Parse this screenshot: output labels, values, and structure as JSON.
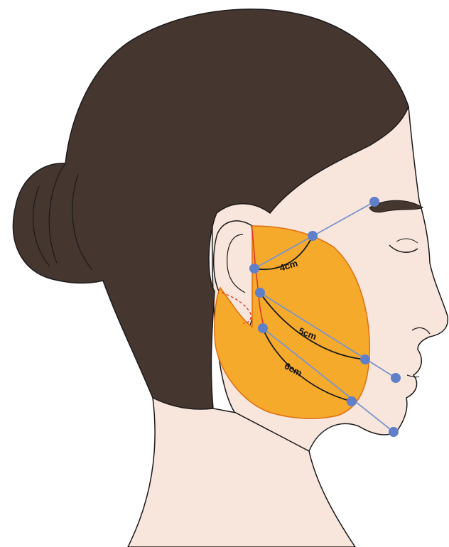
{
  "figure": {
    "labels": {
      "upper": "4cm",
      "middle": "5cm",
      "lower": "6cm"
    },
    "colors": {
      "hair": "#463630",
      "skin": "#f8e6dc",
      "outline": "#1a1a1a",
      "treatment_area": "#f5aa2c",
      "treatment_border": "#e06d10",
      "guide_line": "#7a94cc",
      "guide_point": "#5f7fc8",
      "incision": "#e0302a",
      "background": "#ffffff"
    }
  }
}
